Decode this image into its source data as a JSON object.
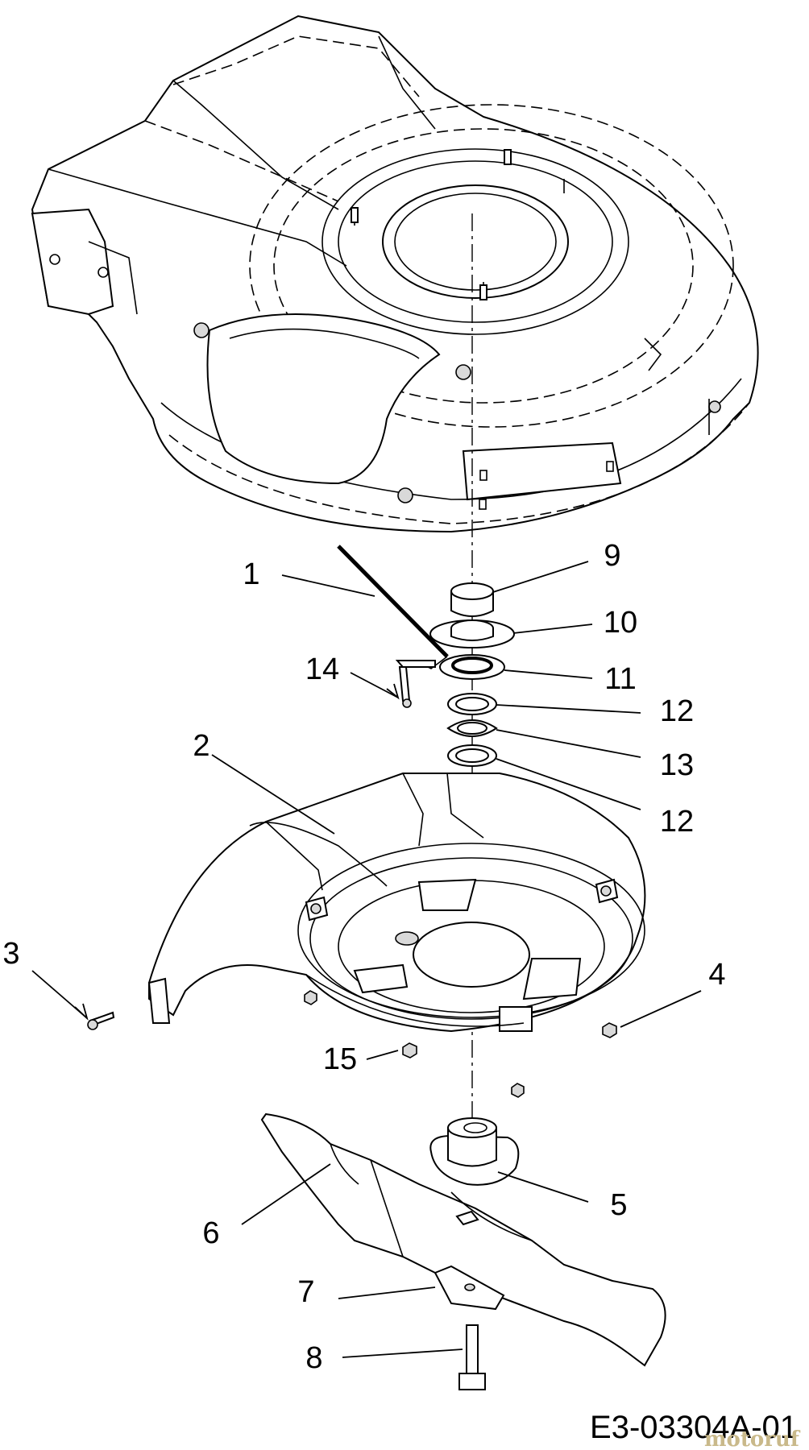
{
  "callouts": [
    {
      "id": "1",
      "label": "1"
    },
    {
      "id": "2",
      "label": "2"
    },
    {
      "id": "3",
      "label": "3"
    },
    {
      "id": "4",
      "label": "4"
    },
    {
      "id": "5",
      "label": "5"
    },
    {
      "id": "6",
      "label": "6"
    },
    {
      "id": "7",
      "label": "7"
    },
    {
      "id": "8",
      "label": "8"
    },
    {
      "id": "9",
      "label": "9"
    },
    {
      "id": "10",
      "label": "10"
    },
    {
      "id": "11",
      "label": "11"
    },
    {
      "id": "12a",
      "label": "12"
    },
    {
      "id": "13",
      "label": "13"
    },
    {
      "id": "12b",
      "label": "12"
    },
    {
      "id": "14",
      "label": "14"
    },
    {
      "id": "15",
      "label": "15"
    }
  ],
  "drawing_id": "E3-03304A-01",
  "watermark": "motoruf"
}
